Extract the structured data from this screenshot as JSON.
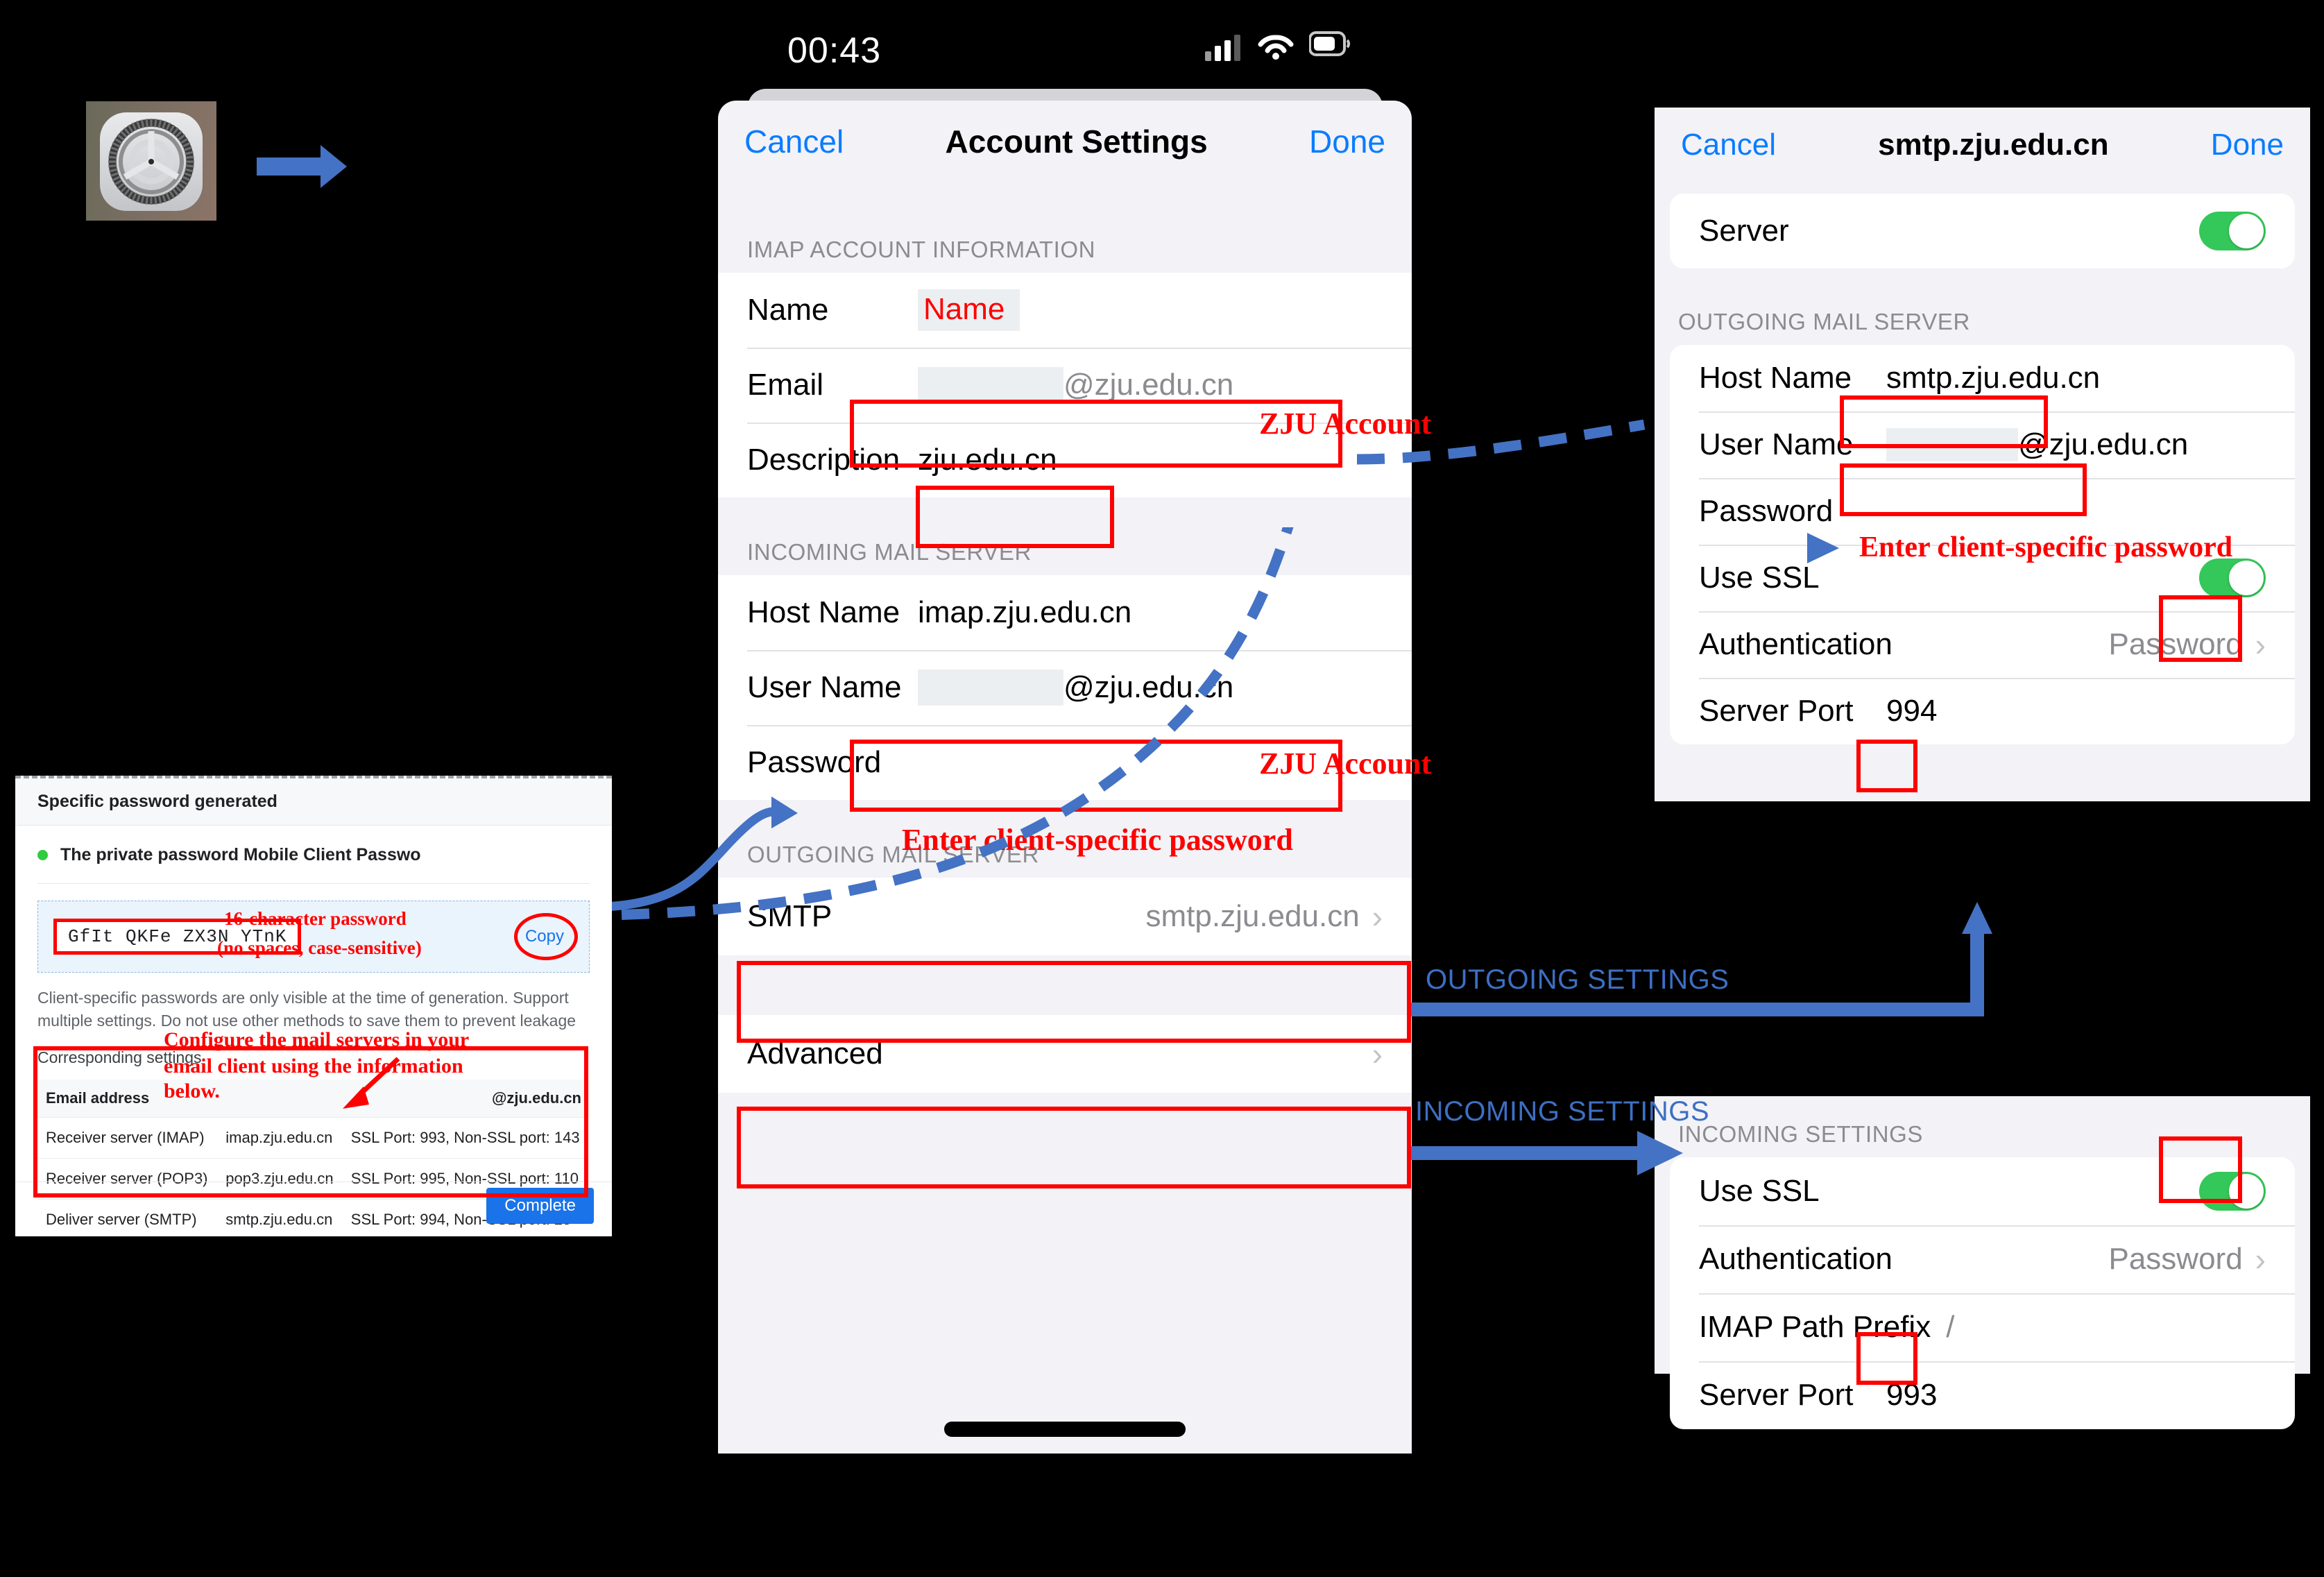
{
  "status_bar": {
    "time": "00:43",
    "icons": [
      "cellular-signal-icon",
      "wifi-icon",
      "battery-icon"
    ]
  },
  "settings_app": {
    "icon": "settings-gear-icon",
    "arrow": "blue-right-arrow"
  },
  "account_settings": {
    "cancel": "Cancel",
    "title": "Account Settings",
    "done": "Done",
    "section_imap": "IMAP ACCOUNT INFORMATION",
    "rows_imap": [
      {
        "label": "Name",
        "value": "Name"
      },
      {
        "label": "Email",
        "value": "@zju.edu.cn"
      },
      {
        "label": "Description",
        "value": "zju.edu.cn"
      }
    ],
    "section_incoming": "INCOMING MAIL SERVER",
    "rows_incoming": [
      {
        "label": "Host Name",
        "value": "imap.zju.edu.cn"
      },
      {
        "label": "User Name",
        "value": "@zju.edu.cn"
      },
      {
        "label": "Password",
        "value": ""
      }
    ],
    "section_outgoing": "OUTGOING MAIL SERVER",
    "rows_outgoing": [
      {
        "label": "SMTP",
        "value": "smtp.zju.edu.cn"
      }
    ],
    "rows_advanced": [
      {
        "label": "Advanced",
        "value": ""
      }
    ]
  },
  "smtp_panel": {
    "cancel": "Cancel",
    "title": "smtp.zju.edu.cn",
    "done": "Done",
    "server_row": {
      "label": "Server",
      "toggle": "on"
    },
    "section": "OUTGOING MAIL SERVER",
    "rows": [
      {
        "label": "Host Name",
        "value": "smtp.zju.edu.cn"
      },
      {
        "label": "User Name",
        "value": "@zju.edu.cn"
      },
      {
        "label": "Password",
        "value": ""
      },
      {
        "label": "Use SSL",
        "value": "on"
      },
      {
        "label": "Authentication",
        "value": "Password"
      },
      {
        "label": "Server Port",
        "value": "994"
      }
    ]
  },
  "incoming_panel": {
    "section": "INCOMING SETTINGS",
    "rows": [
      {
        "label": "Use SSL",
        "value": "on"
      },
      {
        "label": "Authentication",
        "value": "Password"
      },
      {
        "label": "IMAP Path Prefix",
        "value": "/"
      },
      {
        "label": "Server Port",
        "value": "993"
      }
    ]
  },
  "password_window": {
    "header": "Specific password generated",
    "bullet": "The private password Mobile Client Passwo",
    "password": "GfIt QKFe ZX3N YTnK",
    "copy": "Copy",
    "note": "Client-specific passwords are only visible at the time of generation. Support multiple settings. Do not use other methods to save them to prevent leakage",
    "corresponding": "Corresponding settings",
    "table": {
      "header": {
        "label": "Email address",
        "value": "@zju.edu.cn"
      },
      "rows": [
        {
          "name": "Receiver server (IMAP)",
          "host": "imap.zju.edu.cn",
          "ports": "SSL Port: 993, Non-SSL port: 143"
        },
        {
          "name": "Receiver server (POP3)",
          "host": "pop3.zju.edu.cn",
          "ports": "SSL Port: 995, Non-SSL port: 110"
        },
        {
          "name": "Deliver server (SMTP)",
          "host": "smtp.zju.edu.cn",
          "ports": "SSL Port: 994, Non-SSL port: 25"
        }
      ]
    },
    "complete": "Complete"
  },
  "annotations": {
    "zju_account_1": "ZJU Account",
    "zju_account_2": "ZJU Account",
    "enter_password_1": "Enter client-specific password",
    "enter_password_2": "Enter client-specific password",
    "sixteen_char_line1": "16-character password",
    "sixteen_char_line2": "(no spaces, case-sensitive)",
    "configure_line1": "Configure the mail servers in your",
    "configure_line2": "email client using the information",
    "configure_line3": "below.",
    "outgoing_settings": "OUTGOING SETTINGS",
    "incoming_settings": "INCOMING SETTINGS"
  },
  "colors": {
    "accent_blue": "#0a7cff",
    "annotation_red": "#ff0000",
    "arrow_blue": "#4472c4",
    "toggle_green": "#34c759"
  }
}
